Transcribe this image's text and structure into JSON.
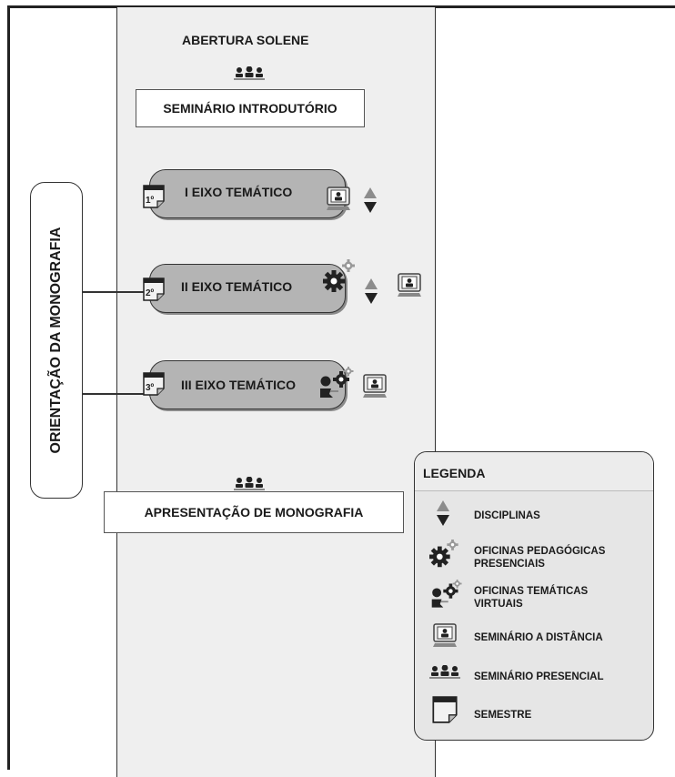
{
  "top": {
    "opening": "ABERTURA SOLENE",
    "intro_seminar": "SEMINÁRIO INTRODUTÓRIO"
  },
  "axes": [
    {
      "semester": "1º",
      "label": "I EIXO TEMÁTICO"
    },
    {
      "semester": "2º",
      "label": "II EIXO TEMÁTICO"
    },
    {
      "semester": "3º",
      "label": "III EIXO TEMÁTICO"
    }
  ],
  "orientation": "ORIENTAÇÃO DA MONOGRAFIA",
  "presentation": "APRESENTAÇÃO DE MONOGRAFIA",
  "legend": {
    "title": "LEGENDA",
    "items": [
      {
        "icon": "disciplines-arrows-icon",
        "label": "DISCIPLINAS",
        "label2": ""
      },
      {
        "icon": "gear-icon",
        "label": "OFICINAS PEDAGÓGICAS",
        "label2": "PRESENCIAIS"
      },
      {
        "icon": "virtual-workshop-icon",
        "label": "OFICINAS TEMÁTICAS",
        "label2": "VIRTUAIS"
      },
      {
        "icon": "monitor-icon",
        "label": "SEMINÁRIO A DISTÂNCIA",
        "label2": ""
      },
      {
        "icon": "audience-icon",
        "label": "SEMINÁRIO PRESENCIAL",
        "label2": ""
      },
      {
        "icon": "semester-page-icon",
        "label": "SEMESTRE",
        "label2": ""
      }
    ]
  },
  "colors": {
    "column_bg": "#efefef",
    "axis_box": "#b4b4b4",
    "legend_bg": "#e6e6e6",
    "dark": "#222222",
    "mid": "#8c8c8c"
  }
}
